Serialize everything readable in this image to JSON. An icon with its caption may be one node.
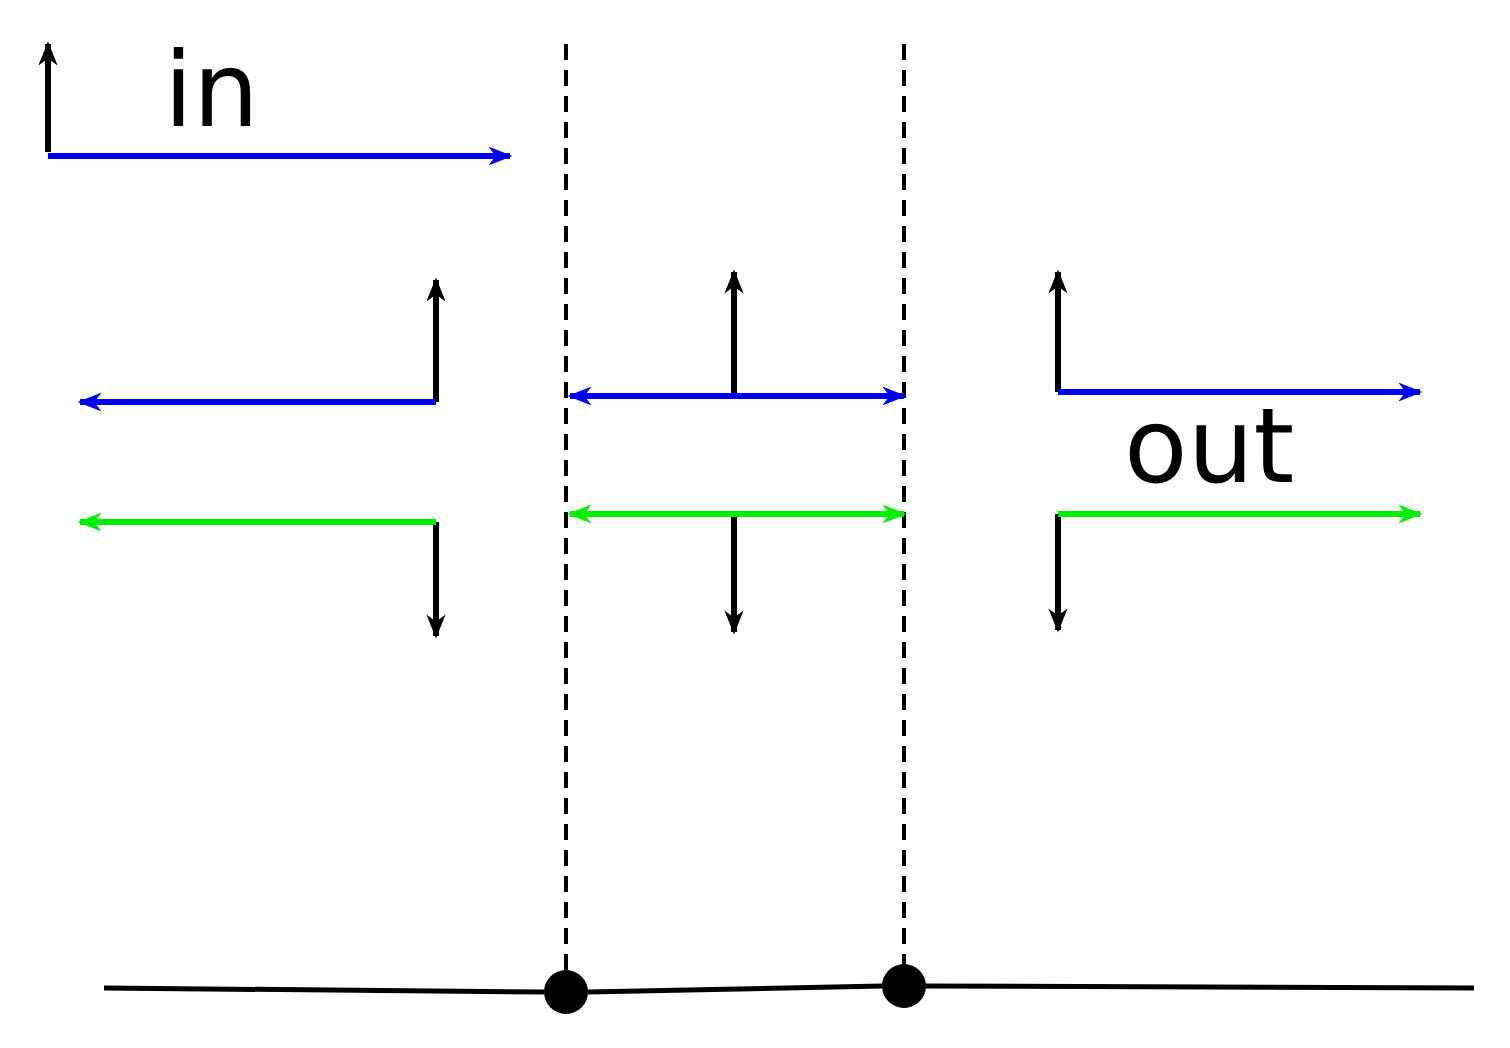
{
  "diagram": {
    "nodes": [
      {
        "text": [],
        "shape": "circle"
      },
      {
        "text": [],
        "shape": "circle"
      }
    ],
    "edges": [
      {
        "from": null,
        "to": 0,
        "arrow": "none"
      },
      {
        "from": 0,
        "to": 1,
        "arrow": "none"
      },
      {
        "from": 1,
        "to": null,
        "arrow": "none"
      }
    ],
    "labels": [
      "in",
      "out"
    ]
  }
}
